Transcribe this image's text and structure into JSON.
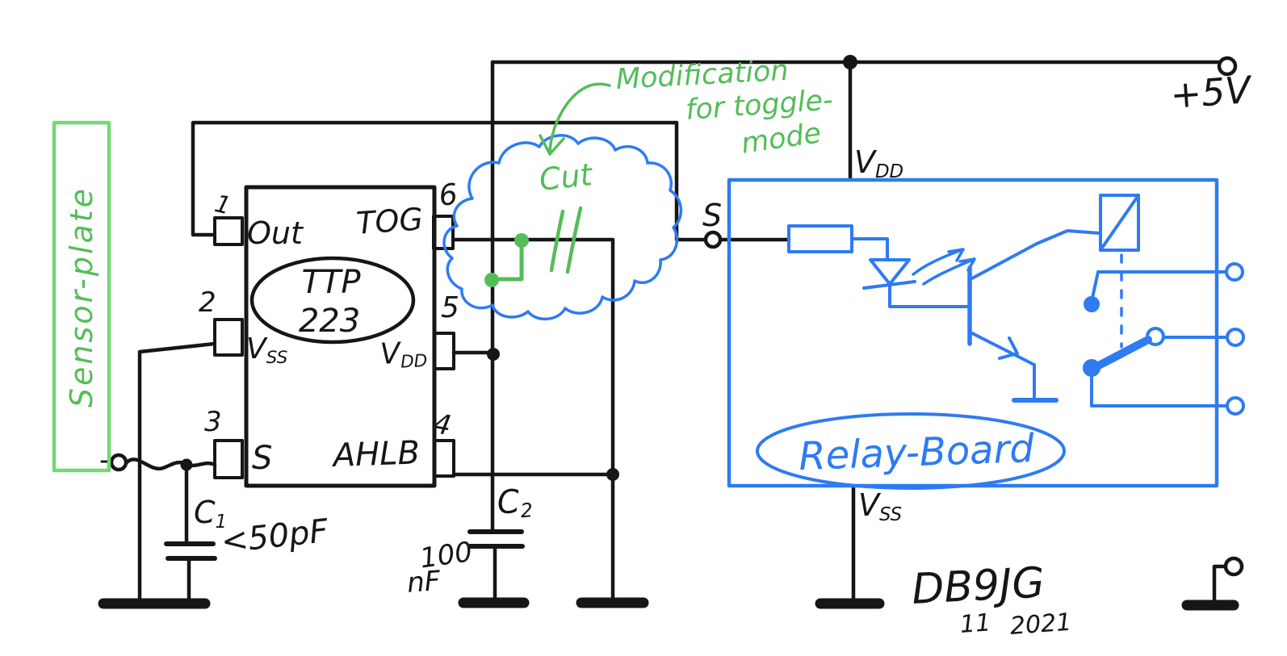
{
  "annotations": {
    "modification_line1": "Modification",
    "modification_line2": "for toggle-",
    "modification_line3": "mode",
    "cut": "Cut"
  },
  "sensor": {
    "label": "Sensor-plate"
  },
  "power": {
    "supply": "+5V"
  },
  "ic": {
    "name_line1": "TTP",
    "name_line2": "223",
    "pins": [
      {
        "number": "1",
        "label": "Out"
      },
      {
        "number": "2",
        "label_main": "V",
        "label_sub": "SS"
      },
      {
        "number": "3",
        "label": "S"
      },
      {
        "number": "4",
        "label": "AHLB"
      },
      {
        "number": "5",
        "label_main": "V",
        "label_sub": "DD"
      },
      {
        "number": "6",
        "label": "TOG"
      }
    ]
  },
  "capacitors": {
    "c1": {
      "ref_main": "C",
      "ref_sub": "1",
      "value": "<50pF"
    },
    "c2": {
      "ref_main": "C",
      "ref_sub": "2",
      "value_line1": "100",
      "value_line2": "nF"
    }
  },
  "relay_board": {
    "title": "Relay-Board",
    "input_label": "S",
    "vdd_main": "V",
    "vdd_sub": "DD",
    "vss_main": "V",
    "vss_sub": "SS"
  },
  "signature": {
    "callsign": "DB9JG",
    "month": "11",
    "year": "2021"
  },
  "colors": {
    "ink": "#161616",
    "annotation_green": "#54bd58",
    "plate_green": "#74d874",
    "board_blue": "#2e7bf2"
  }
}
